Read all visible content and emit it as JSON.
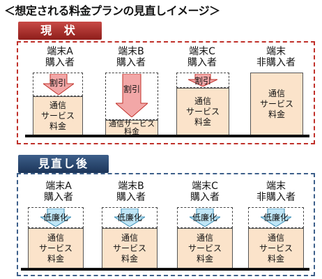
{
  "title": "＜想定される料金プランの見直しイメージ＞",
  "current": {
    "tag": "現 状",
    "columns": [
      {
        "label1": "端末A",
        "label2": "購入者",
        "discount": "割引",
        "fee": [
          "通信",
          "サービス",
          "料金"
        ]
      },
      {
        "label1": "端末B",
        "label2": "購入者",
        "discount": "割引",
        "fee": [
          "通信サービス",
          "料金"
        ]
      },
      {
        "label1": "端末C",
        "label2": "購入者",
        "discount": "割引",
        "fee": [
          "通信",
          "サービス",
          "料金"
        ]
      },
      {
        "label1": "端末",
        "label2": "非購入者",
        "fee": [
          "通信",
          "サービス",
          "料金"
        ]
      }
    ]
  },
  "revised": {
    "tag": "見直し後",
    "columns": [
      {
        "label1": "端末A",
        "label2": "購入者",
        "change": "低廉化",
        "fee": [
          "通信",
          "サービス",
          "料金"
        ]
      },
      {
        "label1": "端末B",
        "label2": "購入者",
        "change": "低廉化",
        "fee": [
          "通信",
          "サービス",
          "料金"
        ]
      },
      {
        "label1": "端末C",
        "label2": "購入者",
        "change": "低廉化",
        "fee": [
          "通信",
          "サービス",
          "料金"
        ]
      },
      {
        "label1": "端末",
        "label2": "非購入者",
        "change": "低廉化",
        "fee": [
          "通信",
          "サービス",
          "料金"
        ]
      }
    ]
  },
  "colors": {
    "current_accent": "#c0302a",
    "revised_accent": "#3d5f8a",
    "fee_fill": "#fbe3ca",
    "discount_arrow": "#f2a7a7",
    "reduction_arrow": "#bfe6f6"
  }
}
